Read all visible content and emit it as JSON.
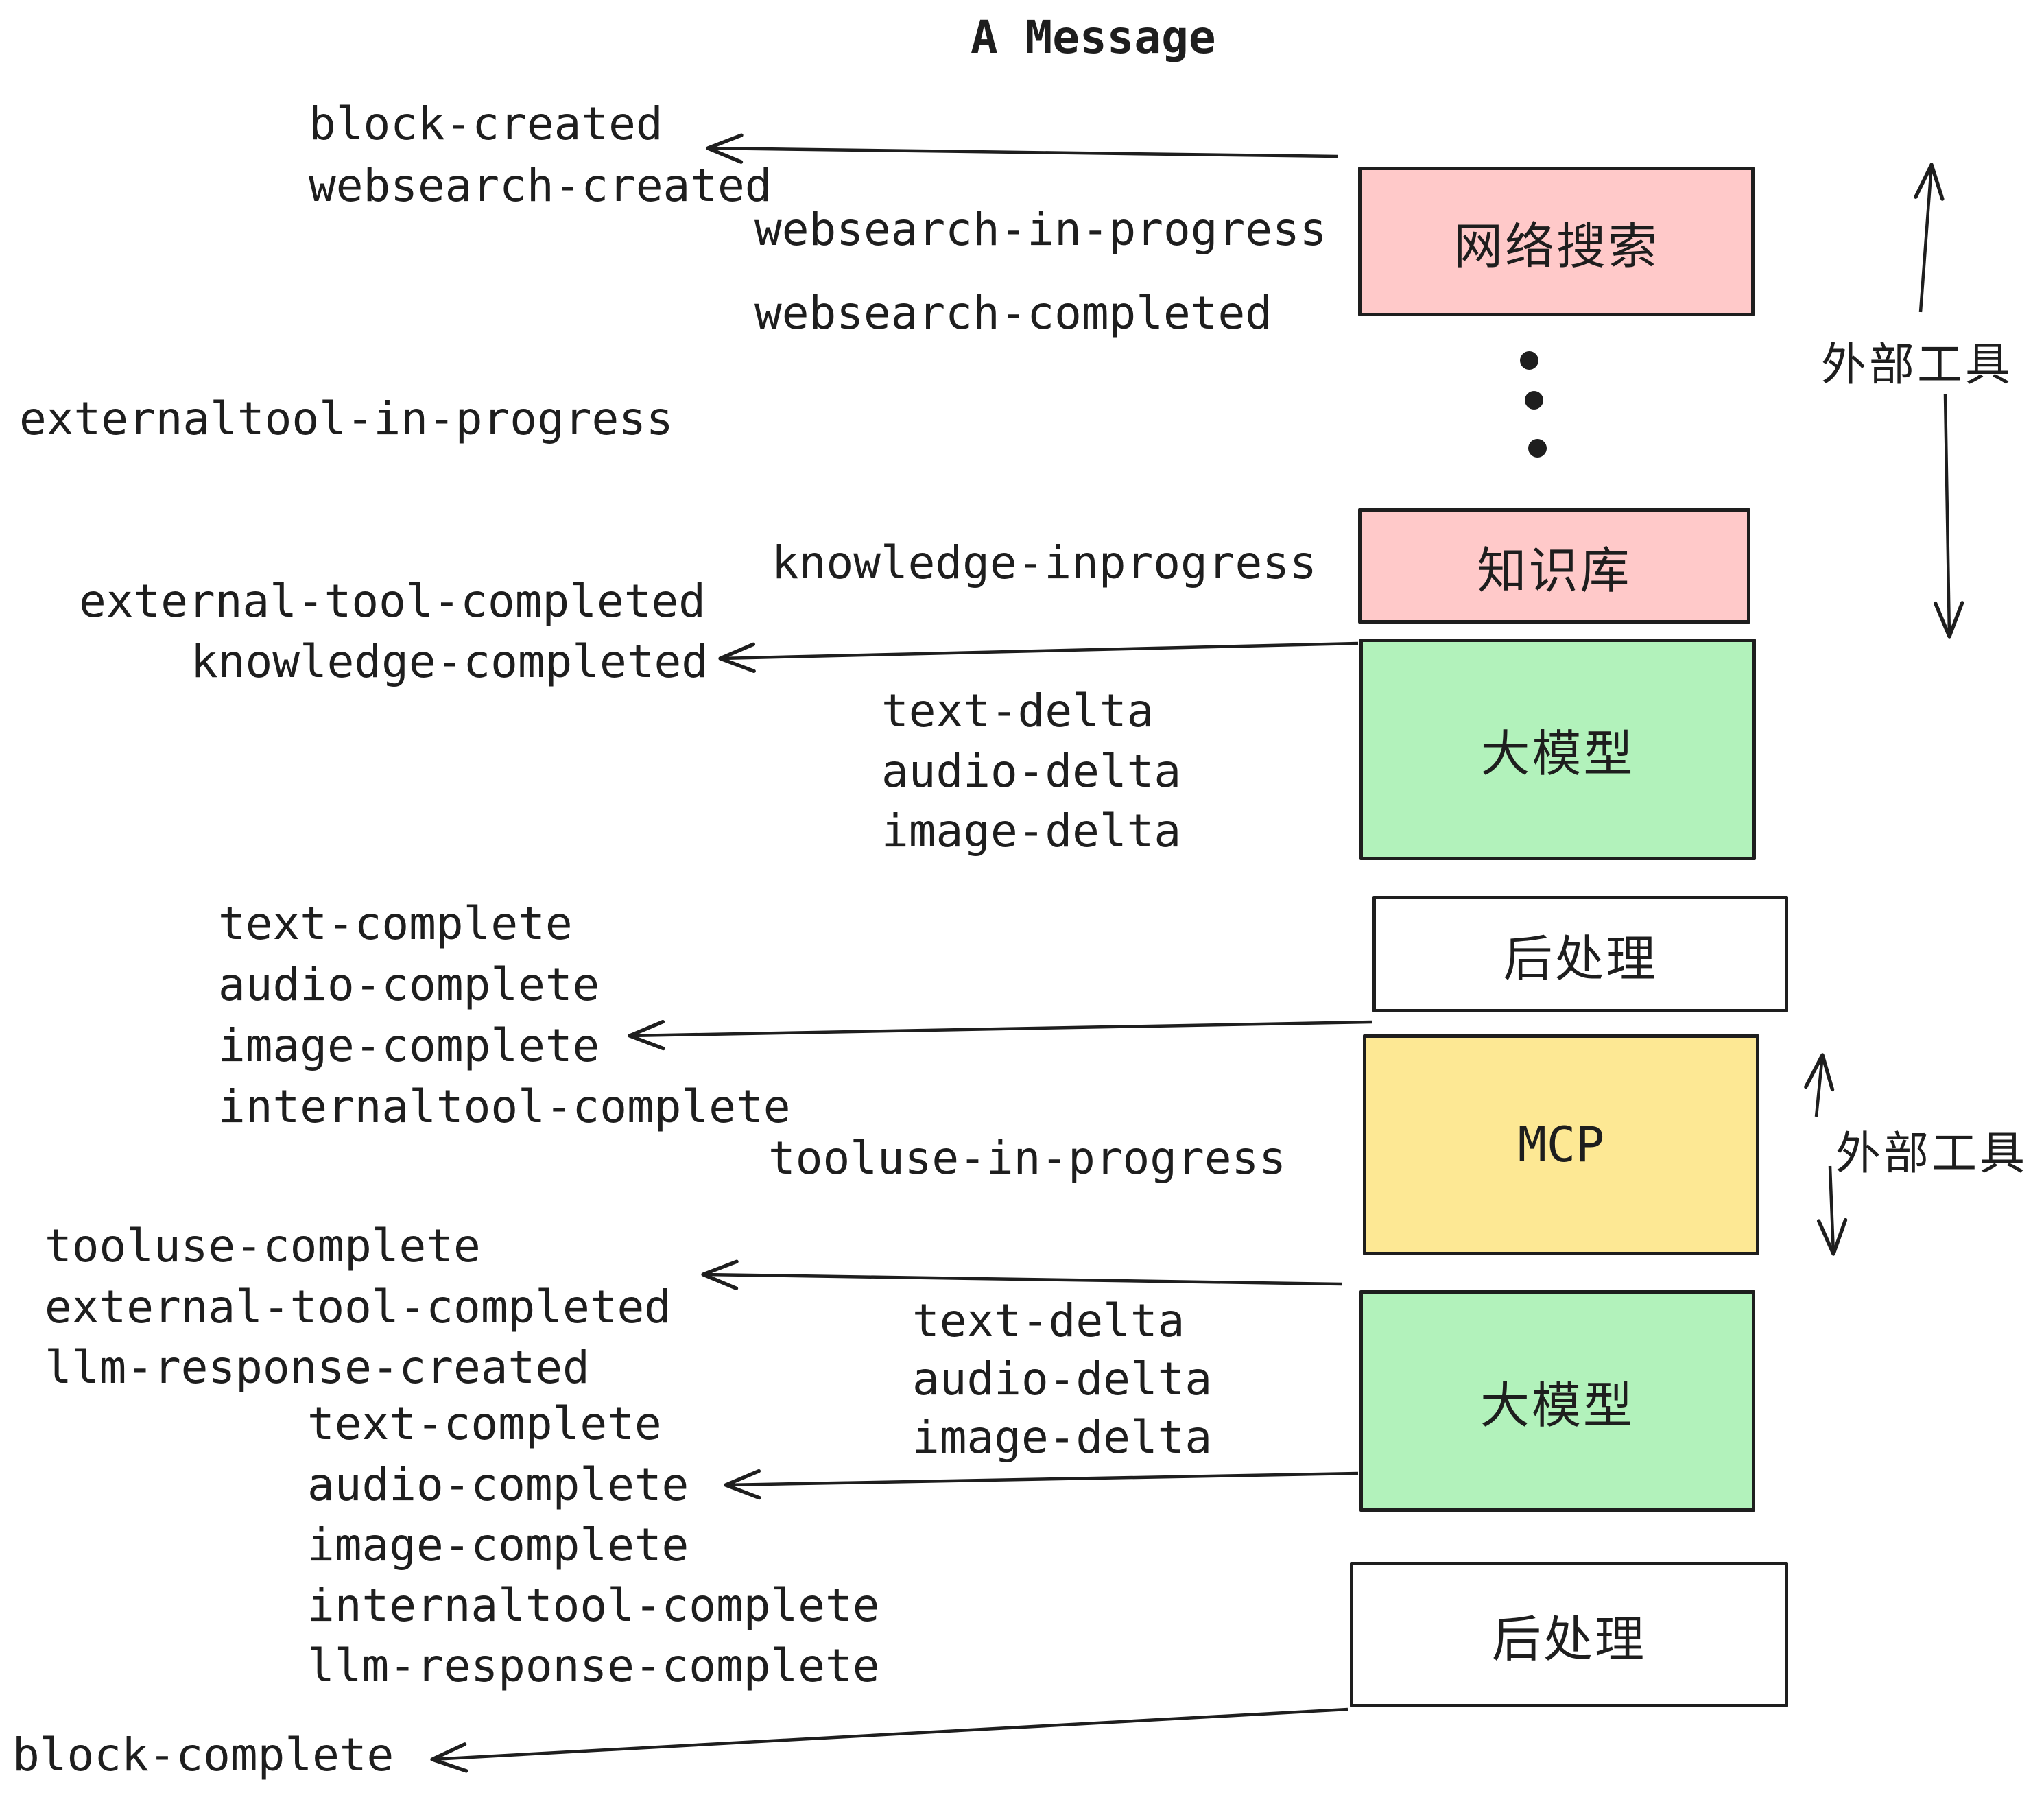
{
  "labels": {
    "title": "A Message",
    "block_created": "block-created",
    "websearch_created": "websearch-created",
    "websearch_in_progress": "websearch-in-progress",
    "websearch_completed": "websearch-completed",
    "externaltool_in_progress": "externaltool-in-progress",
    "knowledge_inprogress": "knowledge-inprogress",
    "external_tool_completed_1": "external-tool-completed",
    "knowledge_completed": "knowledge-completed",
    "text_delta_1": "text-delta",
    "audio_delta_1": "audio-delta",
    "image_delta_1": "image-delta",
    "text_complete_1": "text-complete",
    "audio_complete_1": "audio-complete",
    "image_complete_1": "image-complete",
    "internaltool_complete_1": "internaltool-complete",
    "tooluse_in_progress": "tooluse-in-progress",
    "tooluse_complete": "tooluse-complete",
    "external_tool_completed_2": "external-tool-completed",
    "llm_response_created": "llm-response-created",
    "text_delta_2": "text-delta",
    "audio_delta_2": "audio-delta",
    "image_delta_2": "image-delta",
    "text_complete_2": "text-complete",
    "audio_complete_2": "audio-complete",
    "image_complete_2": "image-complete",
    "internaltool_complete_2": "internaltool-complete",
    "llm_response_complete": "llm-response-complete",
    "block_complete": "block-complete"
  },
  "boxes": {
    "websearch": {
      "label": "网络搜索",
      "fill": "#ffc9c9"
    },
    "knowledge": {
      "label": "知识库",
      "fill": "#ffc9c9"
    },
    "llm_1": {
      "label": "大模型",
      "fill": "#b2f2bb"
    },
    "postprocess_1": {
      "label": "后处理",
      "fill": "#ffffff"
    },
    "mcp": {
      "label": "MCP",
      "fill": "#fde894"
    },
    "llm_2": {
      "label": "大模型",
      "fill": "#b2f2bb"
    },
    "postprocess_2": {
      "label": "后处理",
      "fill": "#ffffff"
    }
  },
  "side": {
    "external_tools_top": "外部工具",
    "external_tools_bottom": "外部工具"
  },
  "colors": {
    "ink": "#1e1e1e",
    "pink": "#ffc9c9",
    "green": "#b2f2bb",
    "yellow": "#fde894",
    "white": "#ffffff"
  }
}
